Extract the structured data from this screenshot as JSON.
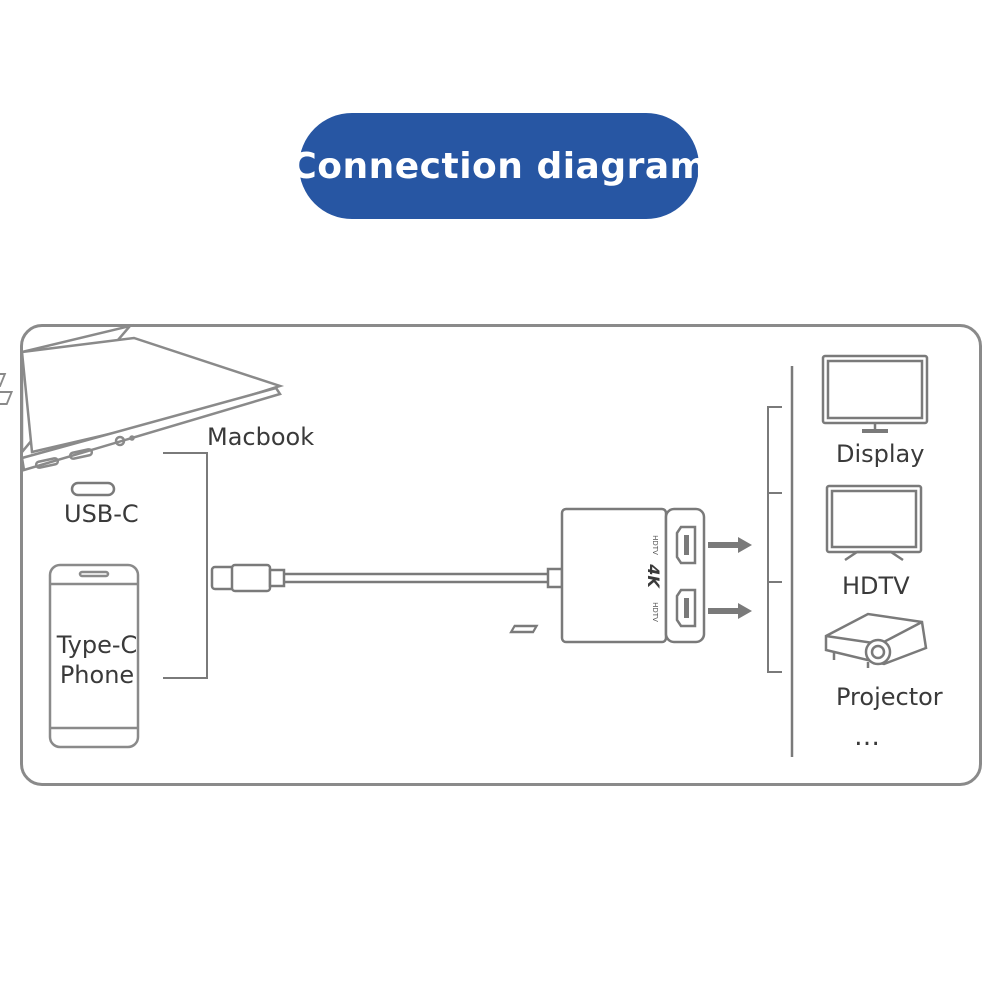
{
  "title": "Connection diagram",
  "sources": {
    "macbook_label": "Macbook",
    "usbc_label": "USB-C",
    "phone_label_line1": "Type-C",
    "phone_label_line2": "Phone"
  },
  "adapter": {
    "port_label_top": "HDTV",
    "port_label_bottom": "HDTV",
    "badge": "4K"
  },
  "outputs": {
    "display_label": "Display",
    "hdtv_label": "HDTV",
    "projector_label": "Projector",
    "more": "…"
  },
  "colors": {
    "accent": "#2756a3",
    "line": "#7a7a7a",
    "text": "#3a3a3a"
  }
}
